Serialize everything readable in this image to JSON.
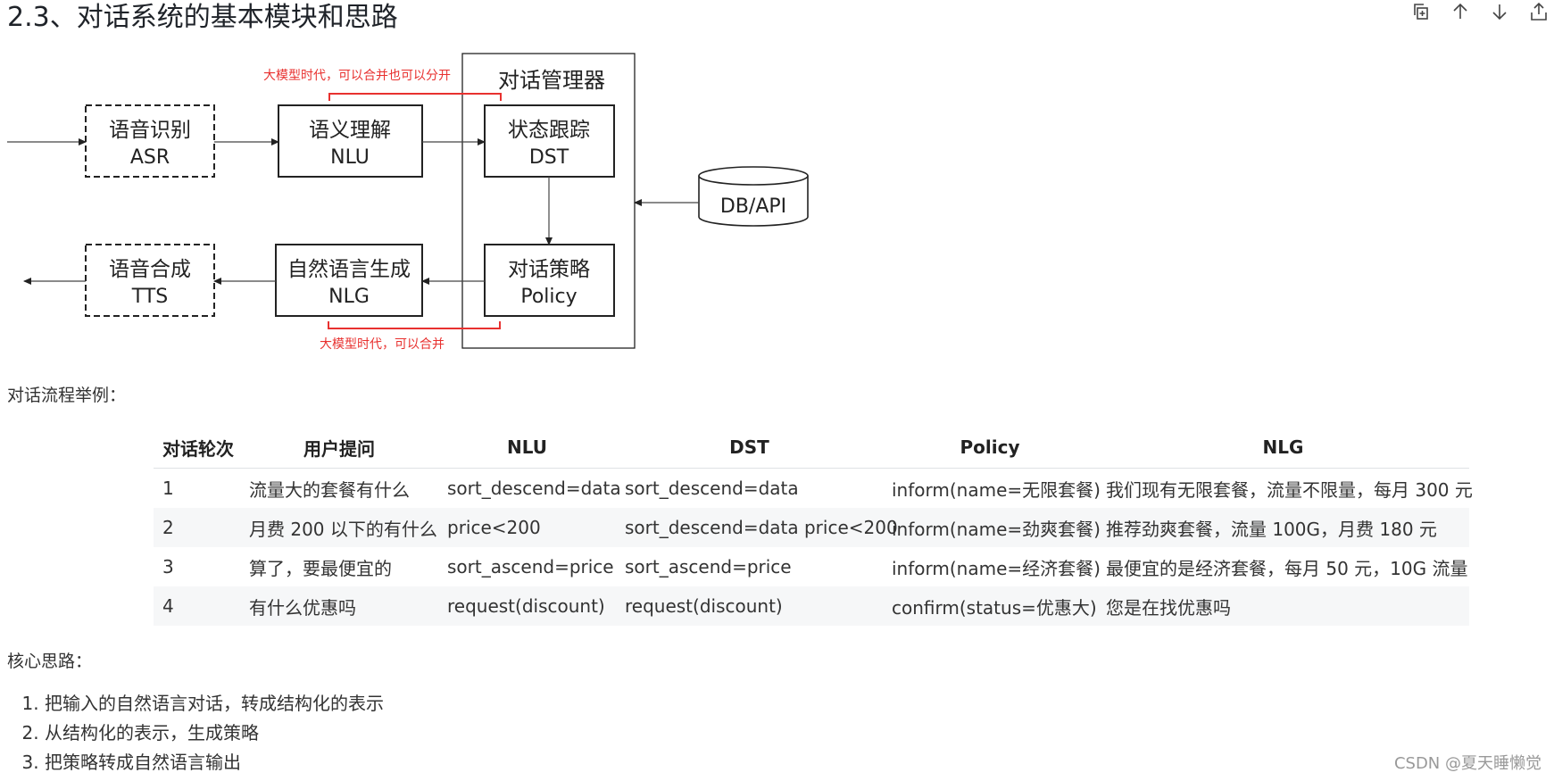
{
  "heading": "2.3、对话系统的基本模块和思路",
  "toolbar": {
    "icons": [
      "copy-icon",
      "arrow-up-icon",
      "arrow-down-icon",
      "export-icon"
    ]
  },
  "diagram": {
    "manager_title": "对话管理器",
    "asr": {
      "line1": "语音识别",
      "line2": "ASR"
    },
    "nlu": {
      "line1": "语义理解",
      "line2": "NLU"
    },
    "dst": {
      "line1": "状态跟踪",
      "line2": "DST"
    },
    "tts": {
      "line1": "语音合成",
      "line2": "TTS"
    },
    "nlg": {
      "line1": "自然语言生成",
      "line2": "NLG"
    },
    "policy": {
      "line1": "对话策略",
      "line2": "Policy"
    },
    "db": "DB/API",
    "note_top": "大模型时代，可以合并也可以分开",
    "note_bottom": "大模型时代，可以合并",
    "note_color": "#e8312f"
  },
  "flow_label": "对话流程举例：",
  "table": {
    "headers": [
      "对话轮次",
      "用户提问",
      "NLU",
      "DST",
      "Policy",
      "NLG"
    ],
    "rows": [
      [
        "1",
        "流量大的套餐有什么",
        "sort_descend=data",
        "sort_descend=data",
        "inform(name=无限套餐)",
        "我们现有无限套餐，流量不限量，每月 300 元"
      ],
      [
        "2",
        "月费 200 以下的有什么",
        "price<200",
        "sort_descend=data price<200",
        "inform(name=劲爽套餐)",
        "推荐劲爽套餐，流量 100G，月费 180 元"
      ],
      [
        "3",
        "算了，要最便宜的",
        "sort_ascend=price",
        "sort_ascend=price",
        "inform(name=经济套餐)",
        "最便宜的是经济套餐，每月 50 元，10G 流量"
      ],
      [
        "4",
        "有什么优惠吗",
        "request(discount)",
        "request(discount)",
        "confirm(status=优惠大)",
        "您是在找优惠吗"
      ]
    ]
  },
  "core_label": "核心思路：",
  "core_items": [
    "把输入的自然语言对话，转成结构化的表示",
    "从结构化的表示，生成策略",
    "把策略转成自然语言输出"
  ],
  "watermark": "CSDN @夏天睡懒觉"
}
